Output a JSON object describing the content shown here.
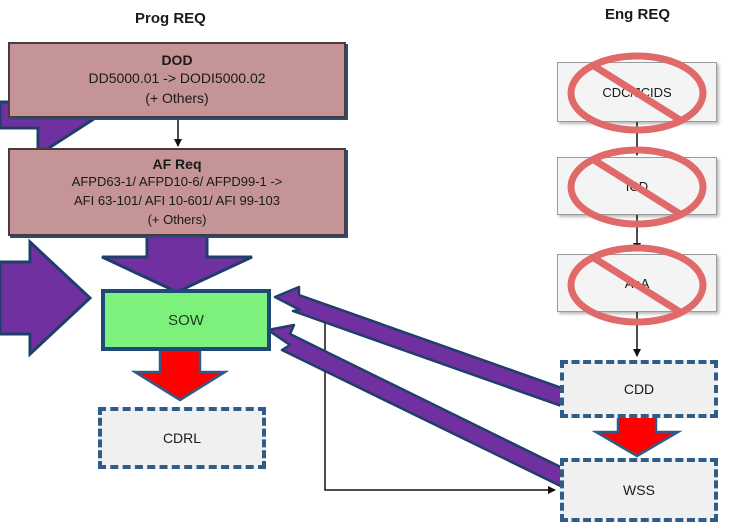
{
  "headings": {
    "left": "Prog REQ",
    "right": "Eng REQ"
  },
  "prog_boxes": {
    "dod": {
      "title": "DOD",
      "lines": [
        "DD5000.01 -> DODI5000.02",
        "(+ Others)"
      ]
    },
    "af_req": {
      "title": "AF Req",
      "lines": [
        "AFPD63-1/ AFPD10-6/ AFPD99-1 ->",
        "AFI 63-101/ AFI 10-601/ AFI 99-103",
        "(+ Others)"
      ]
    },
    "sow": "SOW",
    "cdrl": "CDRL"
  },
  "eng_boxes": {
    "cdc_jcids": "CDC/JCIDS",
    "icd": "ICD",
    "aoa": "AoA",
    "cdd": "CDD",
    "wss": "WSS"
  },
  "colors": {
    "purple_arrow": "#7030a0",
    "red_arrow": "#ff0000",
    "prohibited_sign": "#e06a6a",
    "sow_fill": "#7cf27c",
    "pink_fill": "#c49496",
    "dashed_border": "#2f5d8a"
  },
  "icons": {
    "prohibited": "prohibited-sign-icon"
  }
}
